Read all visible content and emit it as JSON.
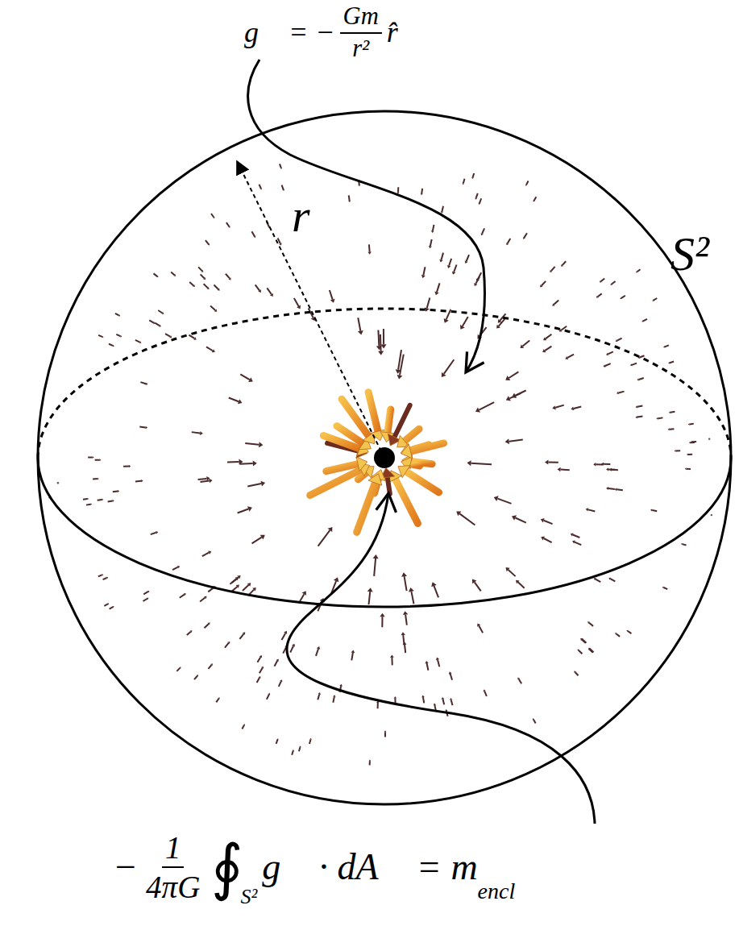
{
  "diagram": {
    "labels": [
      "g⃗ = −",
      "Gm",
      "r²",
      "r̂",
      "r",
      "S²",
      "−",
      "1",
      "4πG",
      "∮",
      "S²",
      "g⃗ · dA⃗ = m",
      "encl"
    ]
  }
}
